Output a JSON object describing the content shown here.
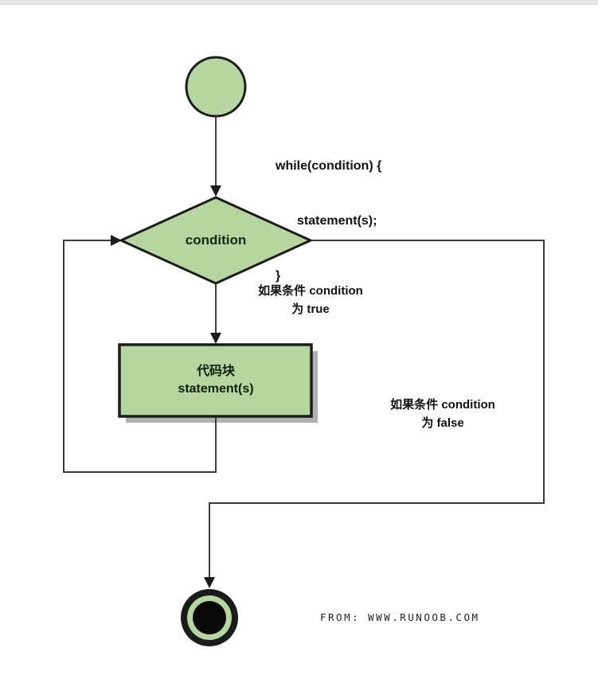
{
  "diagram": {
    "type": "flowchart-while-loop",
    "code_annotation": {
      "line1": "while(condition) {",
      "line2": "statement(s);",
      "line3": "}"
    },
    "nodes": {
      "start": {
        "shape": "filled-circle"
      },
      "condition": {
        "label": "condition",
        "shape": "diamond"
      },
      "statement_block": {
        "line1": "代码块",
        "line2": "statement(s)",
        "shape": "rectangle"
      },
      "end": {
        "shape": "bullseye-circle"
      }
    },
    "edge_labels": {
      "true_branch": {
        "line1": "如果条件 condition",
        "line2": "为 true"
      },
      "false_branch": {
        "line1": "如果条件 condition",
        "line2": "为 false"
      }
    },
    "attribution": "FROM: WWW.RUNOOB.COM",
    "colors": {
      "node_fill": "#b5d69e",
      "node_border": "#1b1b1b",
      "line": "#3c3c3c",
      "arrowhead": "#1b1b1b",
      "shadow": "#b0b0b0",
      "top_bar": "#e8e8e6"
    }
  }
}
